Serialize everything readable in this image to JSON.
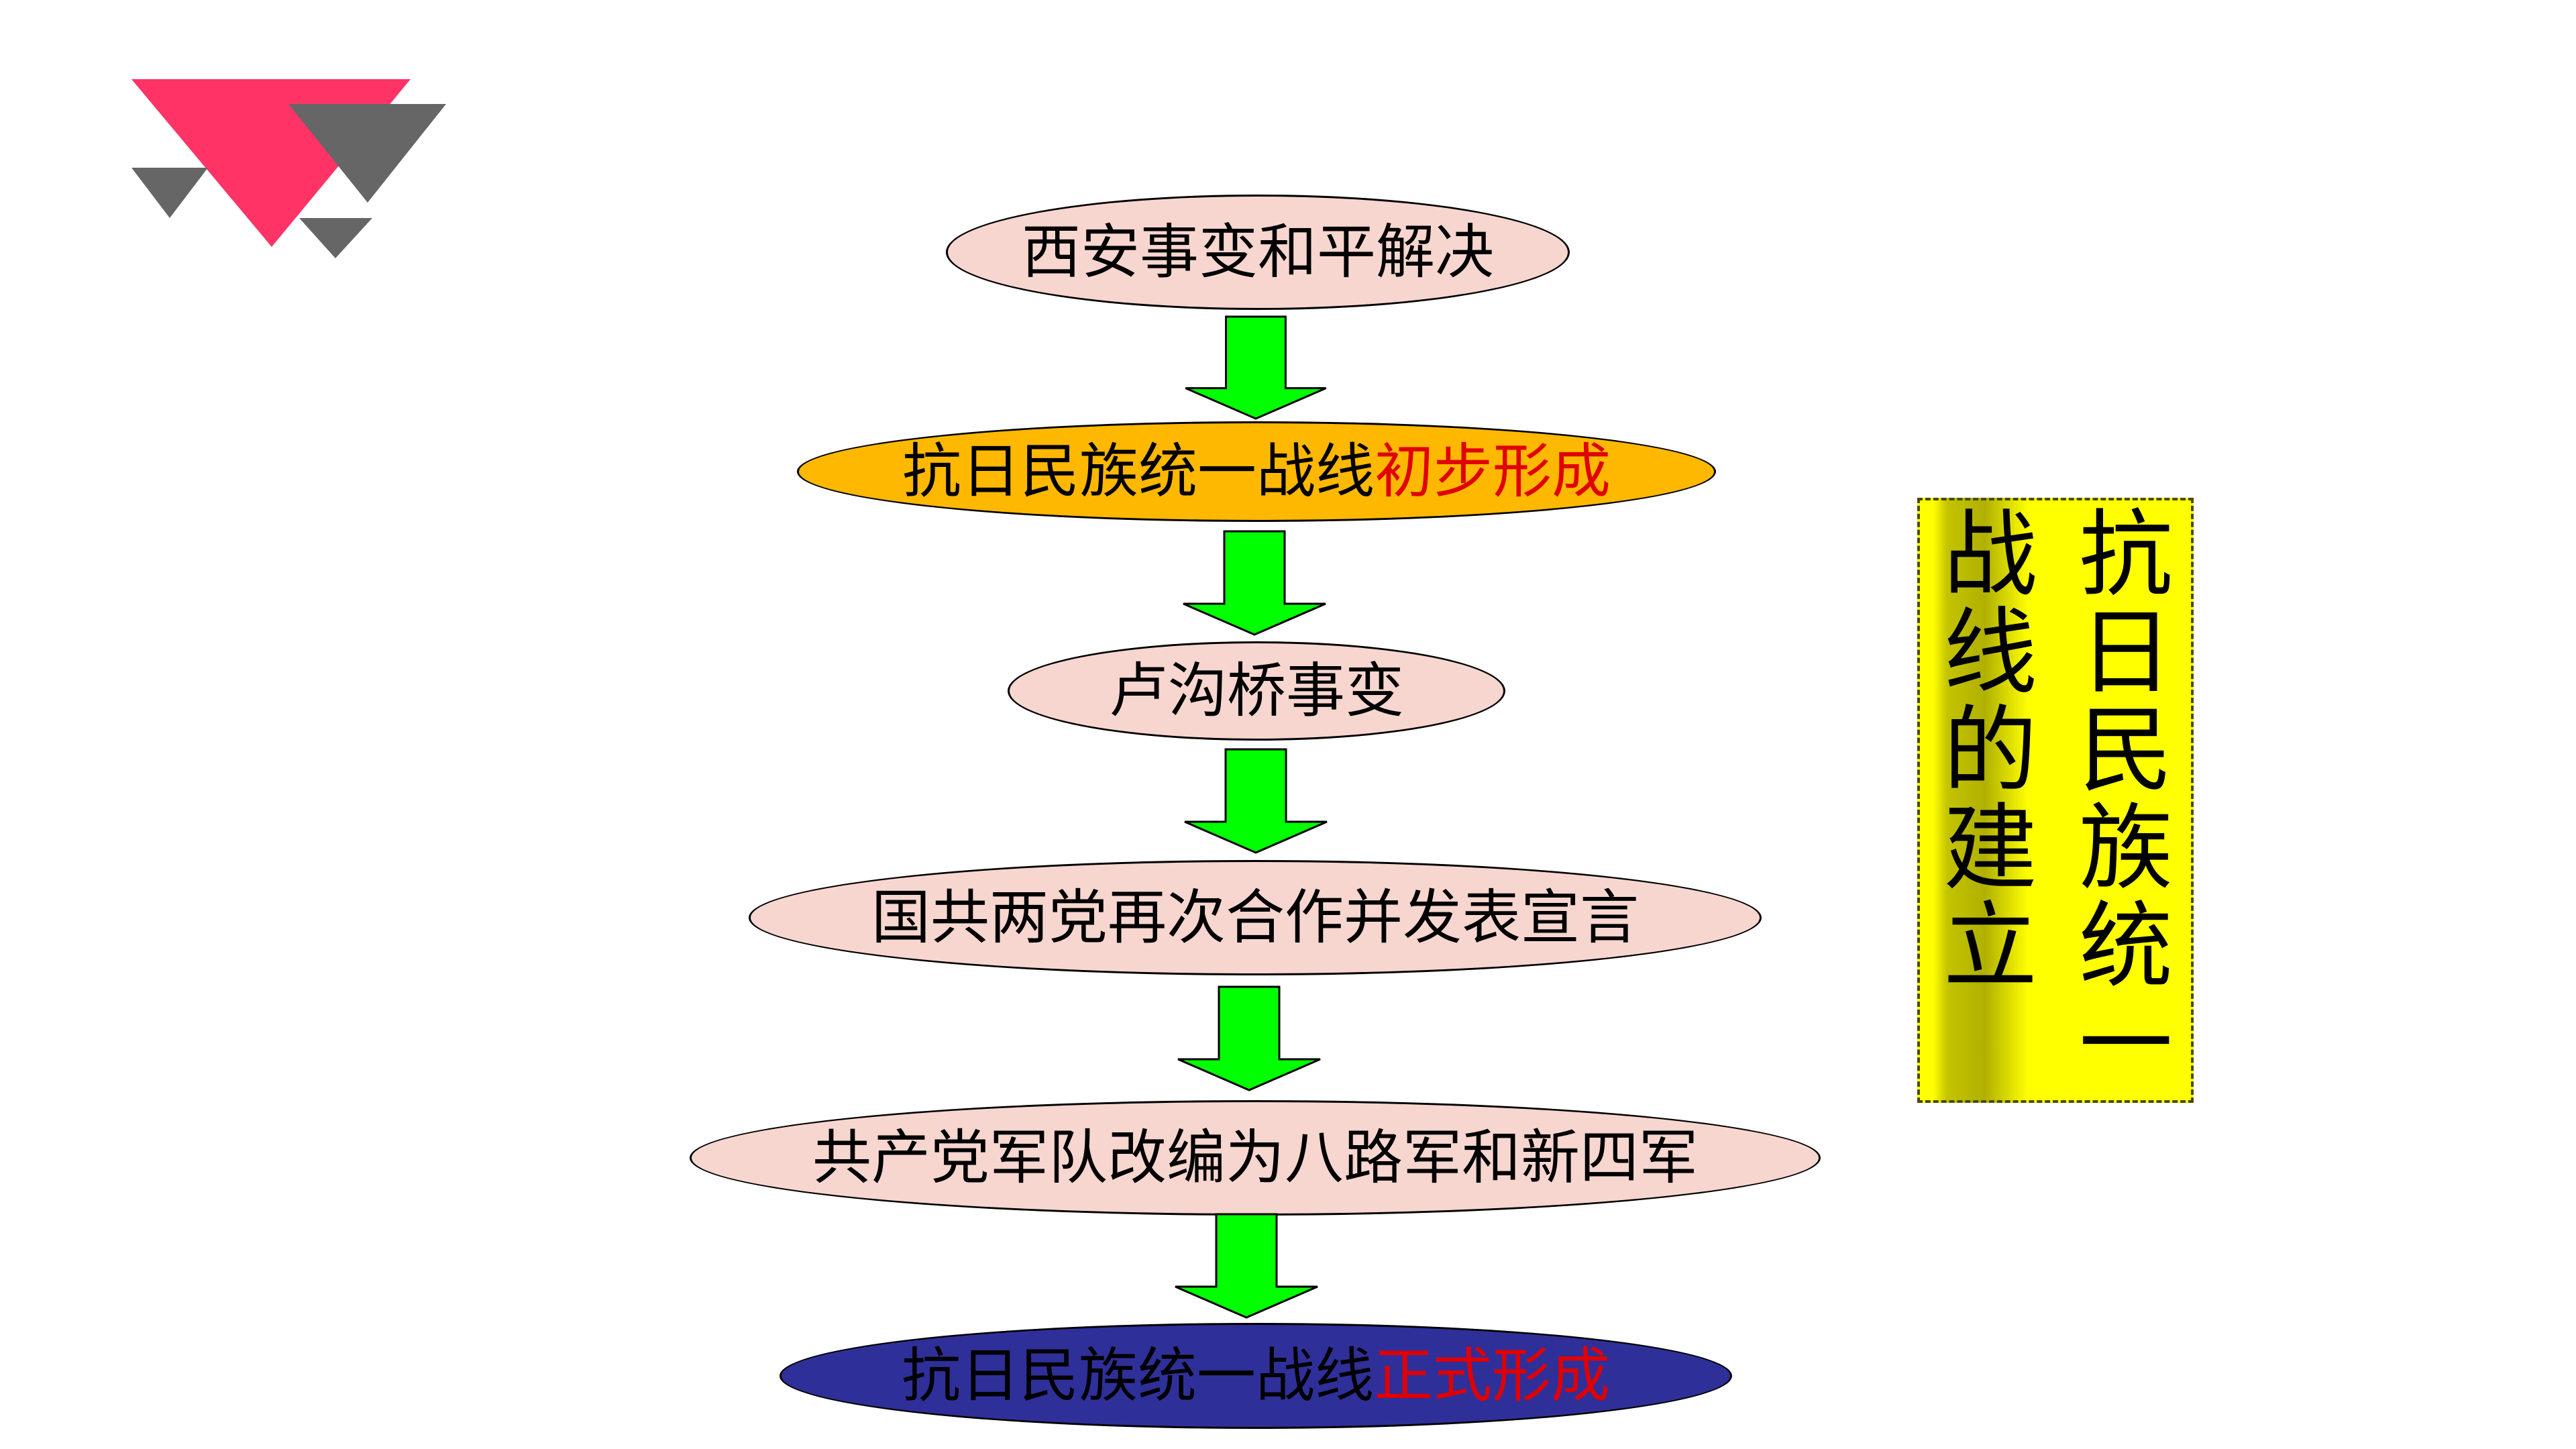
{
  "flow": {
    "steps": [
      {
        "text": "西安事变和平解决"
      },
      {
        "text": "抗日民族统一战线",
        "highlight": "初步形成"
      },
      {
        "text": "卢沟桥事变"
      },
      {
        "text": "国共两党再次合作并发表宣言"
      },
      {
        "text": "共产党军队改编为八路军和新四军"
      },
      {
        "text": "抗日民族统一战线",
        "highlight": "正式形成"
      }
    ]
  },
  "side_title": {
    "column_1": [
      "抗",
      "日",
      "民",
      "族",
      "统",
      "一"
    ],
    "column_2": [
      "战",
      "线",
      "的",
      "建",
      "立"
    ]
  },
  "colors": {
    "node_pink": "#f7d6d0",
    "node_orange": "#ffb800",
    "node_navy": "#2f2f9a",
    "highlight_text": "#e00000",
    "arrow": "#00ff00",
    "panel": "#ffff00",
    "logo_red": "#ff3366",
    "logo_gray": "#666666"
  }
}
